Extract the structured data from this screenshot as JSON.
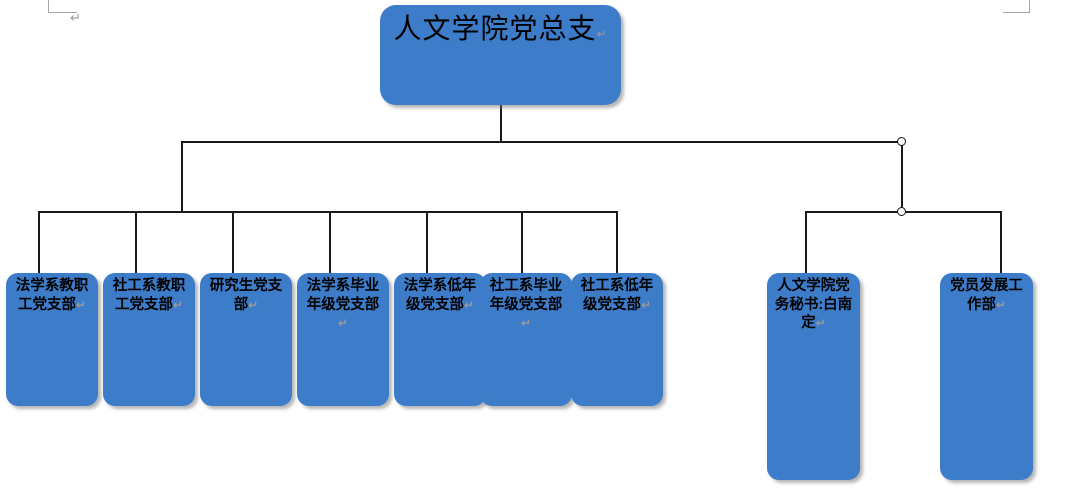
{
  "document": {
    "background_color": "#ffffff",
    "node_fill_color": "#3d7cc9",
    "connector_color": "#1a1a1a",
    "text_color": "#000000",
    "margin_mark_color": "#a6a6a6",
    "pilcrow_glyph": "↵",
    "loose_pilcrow": "↵"
  },
  "chart": {
    "type": "org-chart",
    "root": {
      "label": "人文学院党总支",
      "pilcrow": "↵"
    },
    "branch_left": [
      {
        "label": "法学系教职工党支部",
        "pilcrow": "↵"
      },
      {
        "label": "社工系教职工党支部",
        "pilcrow": "↵"
      },
      {
        "label": "研究生党支部",
        "pilcrow": "↵"
      },
      {
        "label": "法学系毕业年级党支部",
        "pilcrow": "↵"
      },
      {
        "label": "法学系低年级党支部",
        "pilcrow": "↵"
      },
      {
        "label": "社工系毕业年级党支部",
        "pilcrow": "↵"
      },
      {
        "label": "社工系低年级党支部",
        "pilcrow": "↵"
      }
    ],
    "branch_right": [
      {
        "label": "人文学院党务秘书:白南定",
        "pilcrow": "↵"
      },
      {
        "label": "党员发展工作部",
        "pilcrow": "↵"
      }
    ]
  }
}
